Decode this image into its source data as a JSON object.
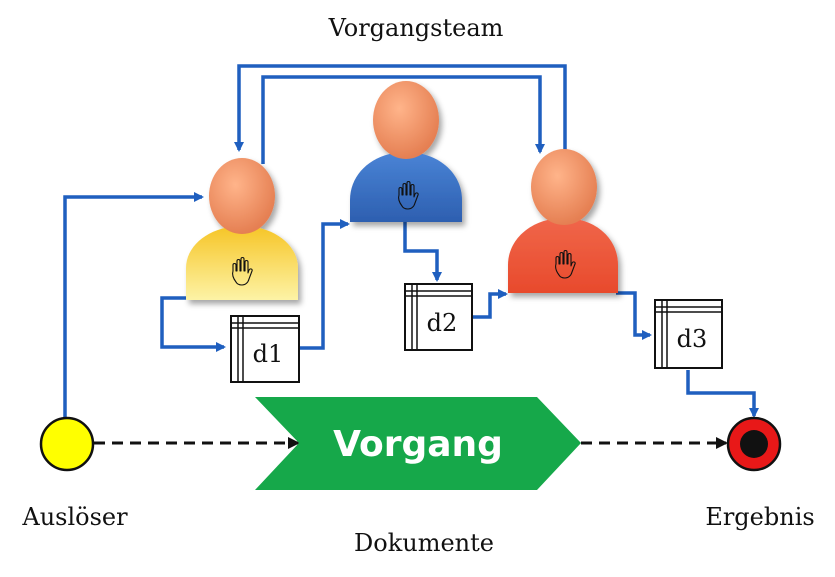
{
  "diagram": {
    "title": "Vorgangsteam",
    "process_label": "Vorgang",
    "trigger_label": "Auslöser",
    "result_label": "Ergebnis",
    "documents_label": "Dokumente",
    "documents": [
      {
        "label": "d1"
      },
      {
        "label": "d2"
      },
      {
        "label": "d3"
      }
    ],
    "persons": [
      {
        "role": "person-yellow",
        "icon": "hand-icon"
      },
      {
        "role": "person-blue",
        "icon": "hand-icon"
      },
      {
        "role": "person-red",
        "icon": "hand-icon"
      }
    ],
    "colors": {
      "flow_arrows": "#1f5fbf",
      "process_shape": "#16a84a",
      "trigger": "#ffff00",
      "result_ring": "#e81818",
      "result_center": "#111111",
      "person_head": "#f4956a",
      "person_yellow": "#f8d64a",
      "person_blue": "#3a6fc4",
      "person_red": "#ee5a3c"
    }
  }
}
